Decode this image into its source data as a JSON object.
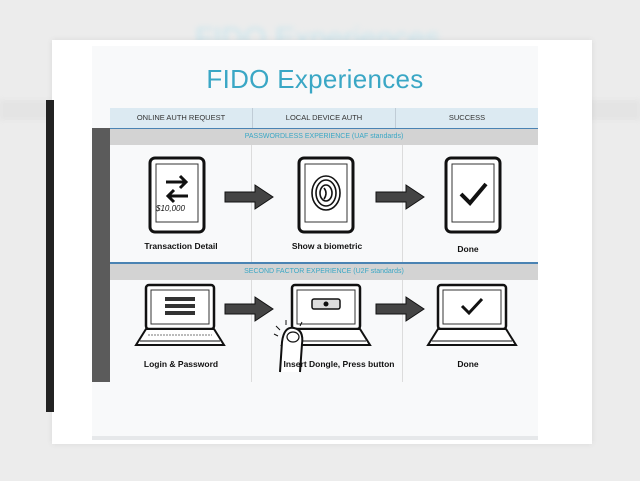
{
  "title": "FIDO Experiences",
  "columns": [
    "ONLINE AUTH REQUEST",
    "LOCAL DEVICE AUTH",
    "SUCCESS"
  ],
  "rows": [
    {
      "band": "PASSWORDLESS EXPERIENCE (UAF standards)",
      "cells": [
        "Transaction Detail",
        "Show a biometric",
        "Done"
      ],
      "amount": "$10,000"
    },
    {
      "band": "SECOND FACTOR EXPERIENCE (U2F standards)",
      "cells": [
        "Login & Password",
        "Insert Dongle, Press button",
        "Done"
      ]
    }
  ],
  "colors": {
    "title": "#3aa7c5",
    "accent": "#4a83b3",
    "band": "#d3d3d3"
  },
  "icons": [
    "transfer-arrows-icon",
    "fingerprint-icon",
    "checkmark-icon",
    "login-form-icon",
    "usb-dongle-icon",
    "finger-press-icon",
    "arrow-right-icon"
  ]
}
